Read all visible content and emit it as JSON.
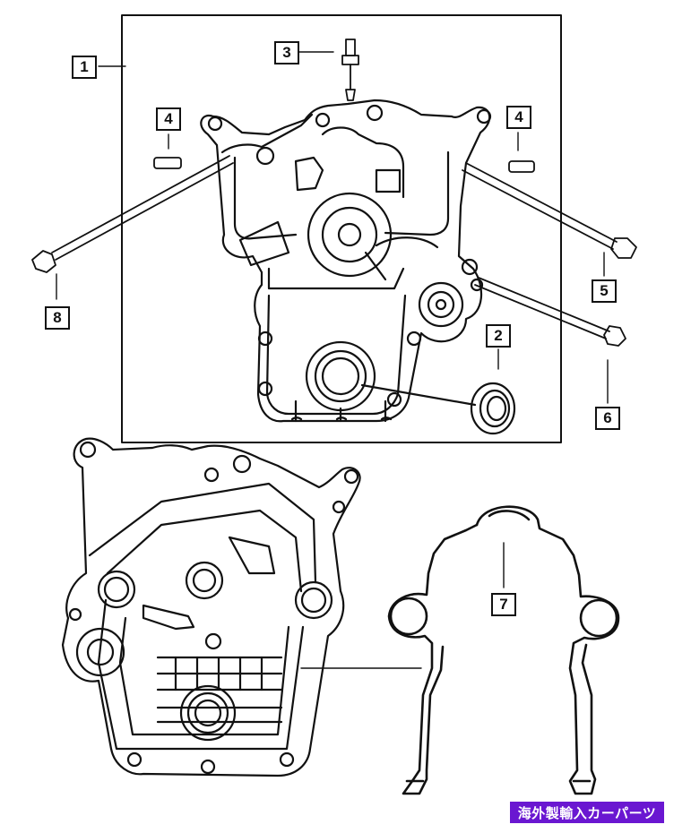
{
  "callouts": {
    "c1": "1",
    "c2": "2",
    "c3": "3",
    "c4a": "4",
    "c4b": "4",
    "c5": "5",
    "c6": "6",
    "c7": "7",
    "c8": "8"
  },
  "watermark": {
    "text": "海外製輸入カーパーツ",
    "color": "#6a17d1"
  }
}
